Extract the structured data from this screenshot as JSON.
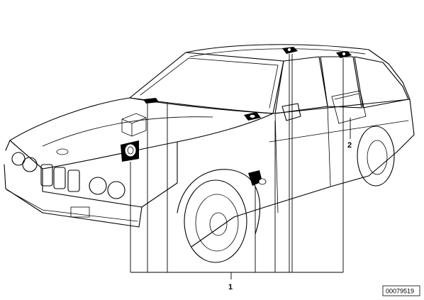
{
  "diagram": {
    "callouts": [
      {
        "id": "1",
        "label": "1"
      },
      {
        "id": "2",
        "label": "2"
      }
    ],
    "doc_number": "00079519",
    "colors": {
      "ink": "#000000",
      "background": "#ffffff"
    }
  }
}
